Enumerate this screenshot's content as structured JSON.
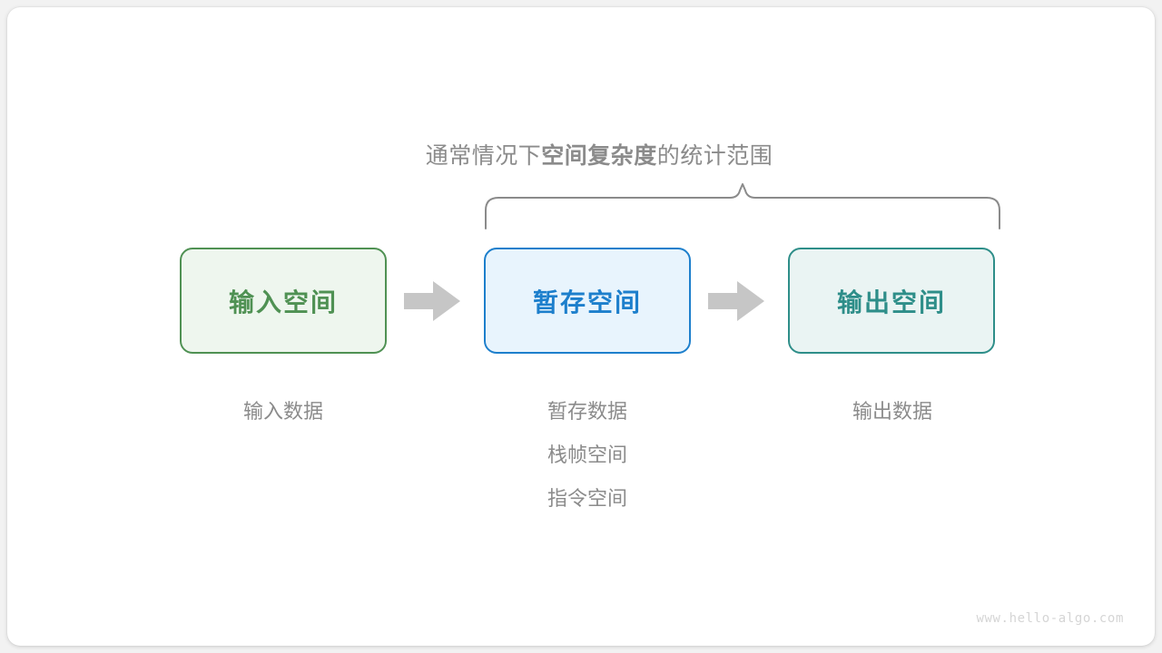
{
  "canvas": {
    "background": "#ffffff",
    "page_background": "#f2f2f2"
  },
  "scope_label": {
    "prefix": "通常情况下",
    "emphasis": "空间复杂度",
    "suffix": "的统计范围",
    "color": "#8b8b8b"
  },
  "brace": {
    "name": "scope-brace",
    "color": "#8b8b8b",
    "spans": "暂存空间 → 输出空间"
  },
  "boxes": [
    {
      "id": "input",
      "label": "输入空间",
      "fill": "#eef6ee",
      "border": "#4f9153",
      "text_color": "#4f9153"
    },
    {
      "id": "temp",
      "label": "暂存空间",
      "fill": "#e8f4fd",
      "border": "#1d7fcc",
      "text_color": "#1d7fcc"
    },
    {
      "id": "output",
      "label": "输出空间",
      "fill": "#eaf4f3",
      "border": "#2e8e89",
      "text_color": "#2e8e89"
    }
  ],
  "arrows": [
    {
      "id": "arrow-1",
      "direction": "right",
      "color": "#c6c6c6"
    },
    {
      "id": "arrow-2",
      "direction": "right",
      "color": "#c6c6c6"
    }
  ],
  "captions": {
    "input": [
      "输入数据"
    ],
    "temp": [
      "暂存数据",
      "栈帧空间",
      "指令空间"
    ],
    "output": [
      "输出数据"
    ],
    "color": "#8b8b8b"
  },
  "watermark": {
    "text": "www.hello-algo.com",
    "color": "#d5d5d5"
  }
}
